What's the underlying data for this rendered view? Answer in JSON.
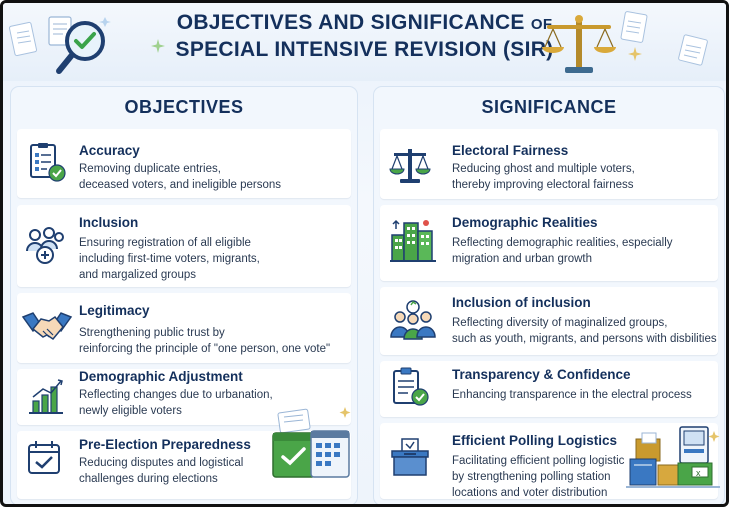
{
  "header": {
    "title_main": "OBJECTIVES AND SIGNIFICANCE",
    "title_of": "OF",
    "title_line2": "SPECIAL INTENSIVE REVISION (SIR)"
  },
  "objectives": {
    "heading": "OBJECTIVES",
    "items": [
      {
        "title": "Accuracy",
        "desc": [
          "Removing duplicate entries,",
          "deceased voters, and ineligible persons"
        ],
        "icon": "checklist-icon"
      },
      {
        "title": "Inclusion",
        "desc": [
          "Ensuring registration of all eligible",
          "including first-time voters, migrants,",
          "and margalized groups"
        ],
        "icon": "people-add-icon"
      },
      {
        "title": "Legitimacy",
        "desc": [
          "Strengthening public trust by",
          "reinforcing the principle of \"one person, one vote\""
        ],
        "icon": "handshake-icon"
      },
      {
        "title": "Demographic Adjustment",
        "desc": [
          "Reflecting changes due to urbanation,",
          "newly eligible voters"
        ],
        "icon": "bar-chart-icon"
      },
      {
        "title": "Pre-Election Preparedness",
        "desc": [
          "Reducing disputes and logistical",
          "challenges during elections"
        ],
        "icon": "calendar-check-icon"
      }
    ]
  },
  "significance": {
    "heading": "SIGNIFICANCE",
    "items": [
      {
        "title": "Electoral Fairness",
        "desc": [
          "Reducing ghost and multiple voters,",
          "thereby improving electoral fairness"
        ],
        "icon": "scales-icon"
      },
      {
        "title": "Demographic Realities",
        "desc": [
          "Reflecting demographic realities, especially",
          "migration and urban growth"
        ],
        "icon": "city-buildings-icon"
      },
      {
        "title": "Inclusion of inclusion",
        "desc": [
          "Reflecting diversity of maginalized groups,",
          "such as youth, migrants, and persons with disbilities"
        ],
        "icon": "group-people-icon"
      },
      {
        "title": "Transparency & Confidence",
        "desc": [
          "Enhancing transparence in the electral process"
        ],
        "icon": "clipboard-check-icon"
      },
      {
        "title": "Efficient Polling Logistics",
        "desc": [
          "Facilitating efficient polling logistic",
          "by strengthening polling station",
          "locations and voter distribution"
        ],
        "icon": "ballot-box-icon"
      }
    ]
  },
  "colors": {
    "navy": "#14305c",
    "accent_blue": "#3a78c2",
    "accent_green": "#4aa548",
    "gold": "#c99a2e"
  }
}
